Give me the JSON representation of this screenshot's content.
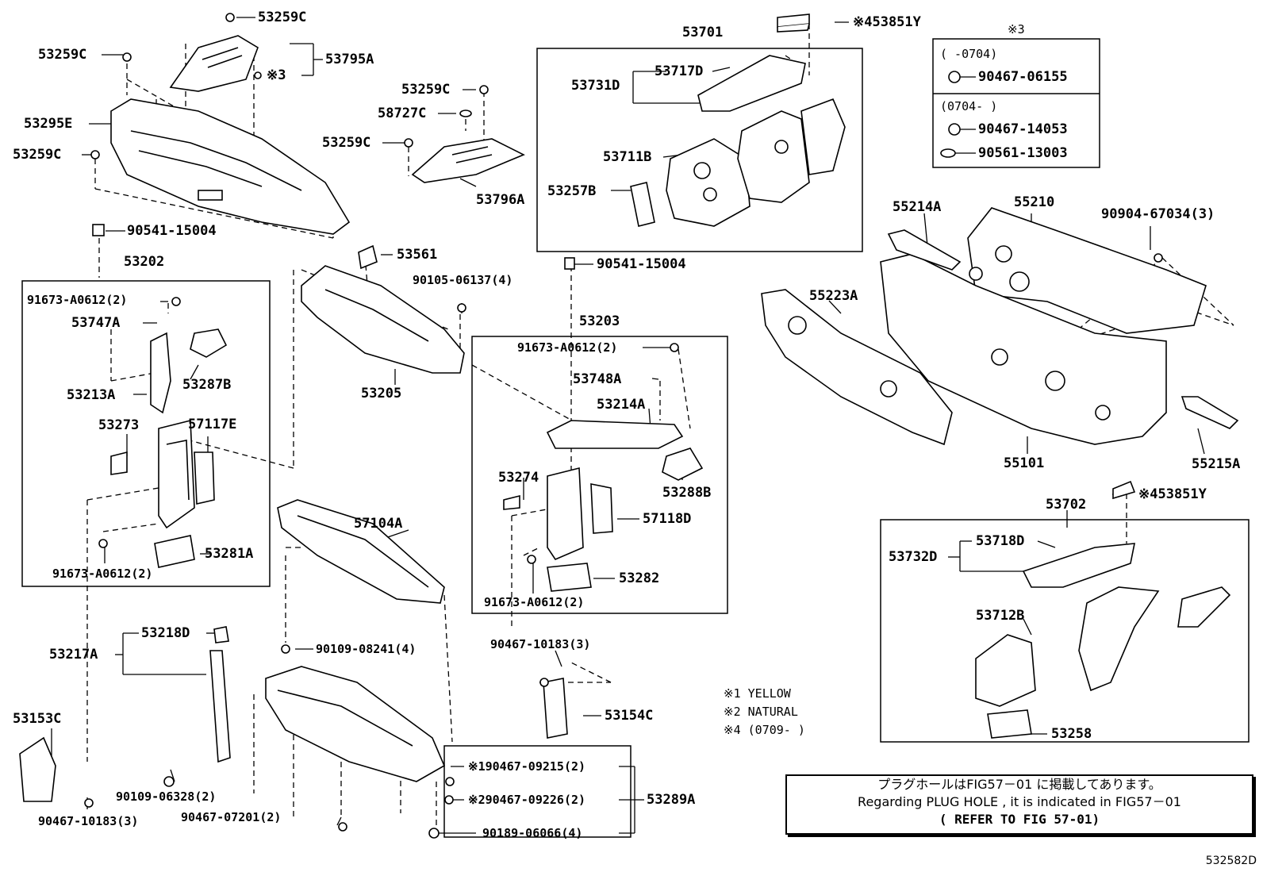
{
  "labels": [
    {
      "id": "p53259C-a",
      "text": "53259C"
    },
    {
      "id": "p53259C-b",
      "text": "53259C"
    },
    {
      "id": "p53795A",
      "text": "53795A"
    },
    {
      "id": "p-note3-a",
      "text": "※3"
    },
    {
      "id": "p53295E",
      "text": "53295E"
    },
    {
      "id": "p53259C-c",
      "text": "53259C"
    },
    {
      "id": "p90541-15004-a",
      "text": "90541-15004"
    },
    {
      "id": "p53259C-d",
      "text": "53259C"
    },
    {
      "id": "p58727C",
      "text": "58727C"
    },
    {
      "id": "p53259C-e",
      "text": "53259C"
    },
    {
      "id": "p53796A",
      "text": "53796A"
    },
    {
      "id": "p53701",
      "text": "53701"
    },
    {
      "id": "p53851Y-a",
      "text": "※453851Y"
    },
    {
      "id": "p53731D",
      "text": "53731D"
    },
    {
      "id": "p53717D",
      "text": "53717D"
    },
    {
      "id": "p53711B",
      "text": "53711B"
    },
    {
      "id": "p53257B",
      "text": "53257B"
    },
    {
      "id": "p-note3-b",
      "text": "※3"
    },
    {
      "id": "p-0704a",
      "text": "(     -0704)"
    },
    {
      "id": "p90467-06155",
      "text": "90467-06155"
    },
    {
      "id": "p-0704b",
      "text": "(0704-     )"
    },
    {
      "id": "p90467-14053",
      "text": "90467-14053"
    },
    {
      "id": "p90561-13003",
      "text": "90561-13003"
    },
    {
      "id": "p55214A",
      "text": "55214A"
    },
    {
      "id": "p55210",
      "text": "55210"
    },
    {
      "id": "p90904-67034",
      "text": "90904-67034(3)"
    },
    {
      "id": "p55223A",
      "text": "55223A"
    },
    {
      "id": "p55101",
      "text": "55101"
    },
    {
      "id": "p55215A",
      "text": "55215A"
    },
    {
      "id": "p53561",
      "text": "53561"
    },
    {
      "id": "p90105-06137",
      "text": "90105-06137(4)"
    },
    {
      "id": "p90541-15004-b",
      "text": "90541-15004"
    },
    {
      "id": "p53205",
      "text": "53205"
    },
    {
      "id": "p53202",
      "text": "53202"
    },
    {
      "id": "p91673-a",
      "text": "91673-A0612(2)"
    },
    {
      "id": "p53747A",
      "text": "53747A"
    },
    {
      "id": "p53213A",
      "text": "53213A"
    },
    {
      "id": "p53287B",
      "text": "53287B"
    },
    {
      "id": "p53273",
      "text": "53273"
    },
    {
      "id": "p57117E",
      "text": "57117E"
    },
    {
      "id": "p53281A",
      "text": "53281A"
    },
    {
      "id": "p91673-b",
      "text": "91673-A0612(2)"
    },
    {
      "id": "p53203",
      "text": "53203"
    },
    {
      "id": "p91673-c",
      "text": "91673-A0612(2)"
    },
    {
      "id": "p53748A",
      "text": "53748A"
    },
    {
      "id": "p53214A",
      "text": "53214A"
    },
    {
      "id": "p53274",
      "text": "53274"
    },
    {
      "id": "p53288B",
      "text": "53288B"
    },
    {
      "id": "p57118D",
      "text": "57118D"
    },
    {
      "id": "p53282",
      "text": "53282"
    },
    {
      "id": "p91673-d",
      "text": "91673-A0612(2)"
    },
    {
      "id": "p57104A",
      "text": "57104A"
    },
    {
      "id": "p53217A",
      "text": "53217A"
    },
    {
      "id": "p53218D",
      "text": "53218D"
    },
    {
      "id": "p90109-08241",
      "text": "90109-08241(4)"
    },
    {
      "id": "p90467-10183-a",
      "text": "90467-10183(3)"
    },
    {
      "id": "p53154C",
      "text": "53154C"
    },
    {
      "id": "p53153C",
      "text": "53153C"
    },
    {
      "id": "p90109-06328",
      "text": "90109-06328(2)"
    },
    {
      "id": "p90467-10183-b",
      "text": "90467-10183(3)"
    },
    {
      "id": "p90467-07201",
      "text": "90467-07201(2)"
    },
    {
      "id": "p90467-09215",
      "text": "※190467-09215(2)"
    },
    {
      "id": "p90467-09226",
      "text": "※290467-09226(2)"
    },
    {
      "id": "p53289A",
      "text": "53289A"
    },
    {
      "id": "p90189-06066",
      "text": "90189-06066(4)"
    },
    {
      "id": "p53851Y-b",
      "text": "※453851Y"
    },
    {
      "id": "p53702",
      "text": "53702"
    },
    {
      "id": "p53732D",
      "text": "53732D"
    },
    {
      "id": "p53718D",
      "text": "53718D"
    },
    {
      "id": "p53712B",
      "text": "53712B"
    },
    {
      "id": "p53258",
      "text": "53258"
    }
  ],
  "notes": {
    "n1": "※1 YELLOW",
    "n2": "※2 NATURAL",
    "n4": "※4 (0709-     )"
  },
  "plug_hole": {
    "line1": "プラグホールはFIG57－01 に掲載してあります。",
    "line2": "Regarding  PLUG HOLE , it is indicated in FIG57－01",
    "line3": "(   REFER TO FIG 57-01)"
  },
  "figure_code": "532582D"
}
